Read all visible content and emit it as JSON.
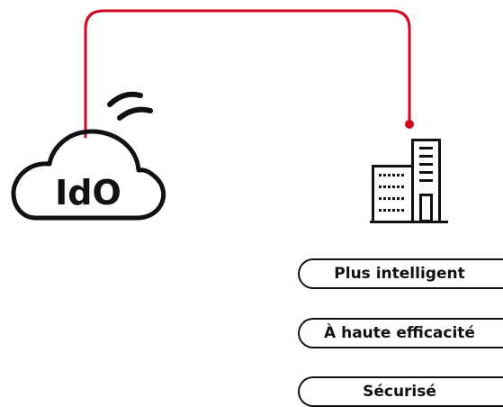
{
  "cloud": {
    "label": "IdO",
    "icon": "cloud-icon"
  },
  "building": {
    "icon": "building-icon"
  },
  "connector": {
    "color": "#d2051e"
  },
  "benefits": [
    "Plus intelligent",
    "À haute efficacité",
    "Sécurisé"
  ]
}
